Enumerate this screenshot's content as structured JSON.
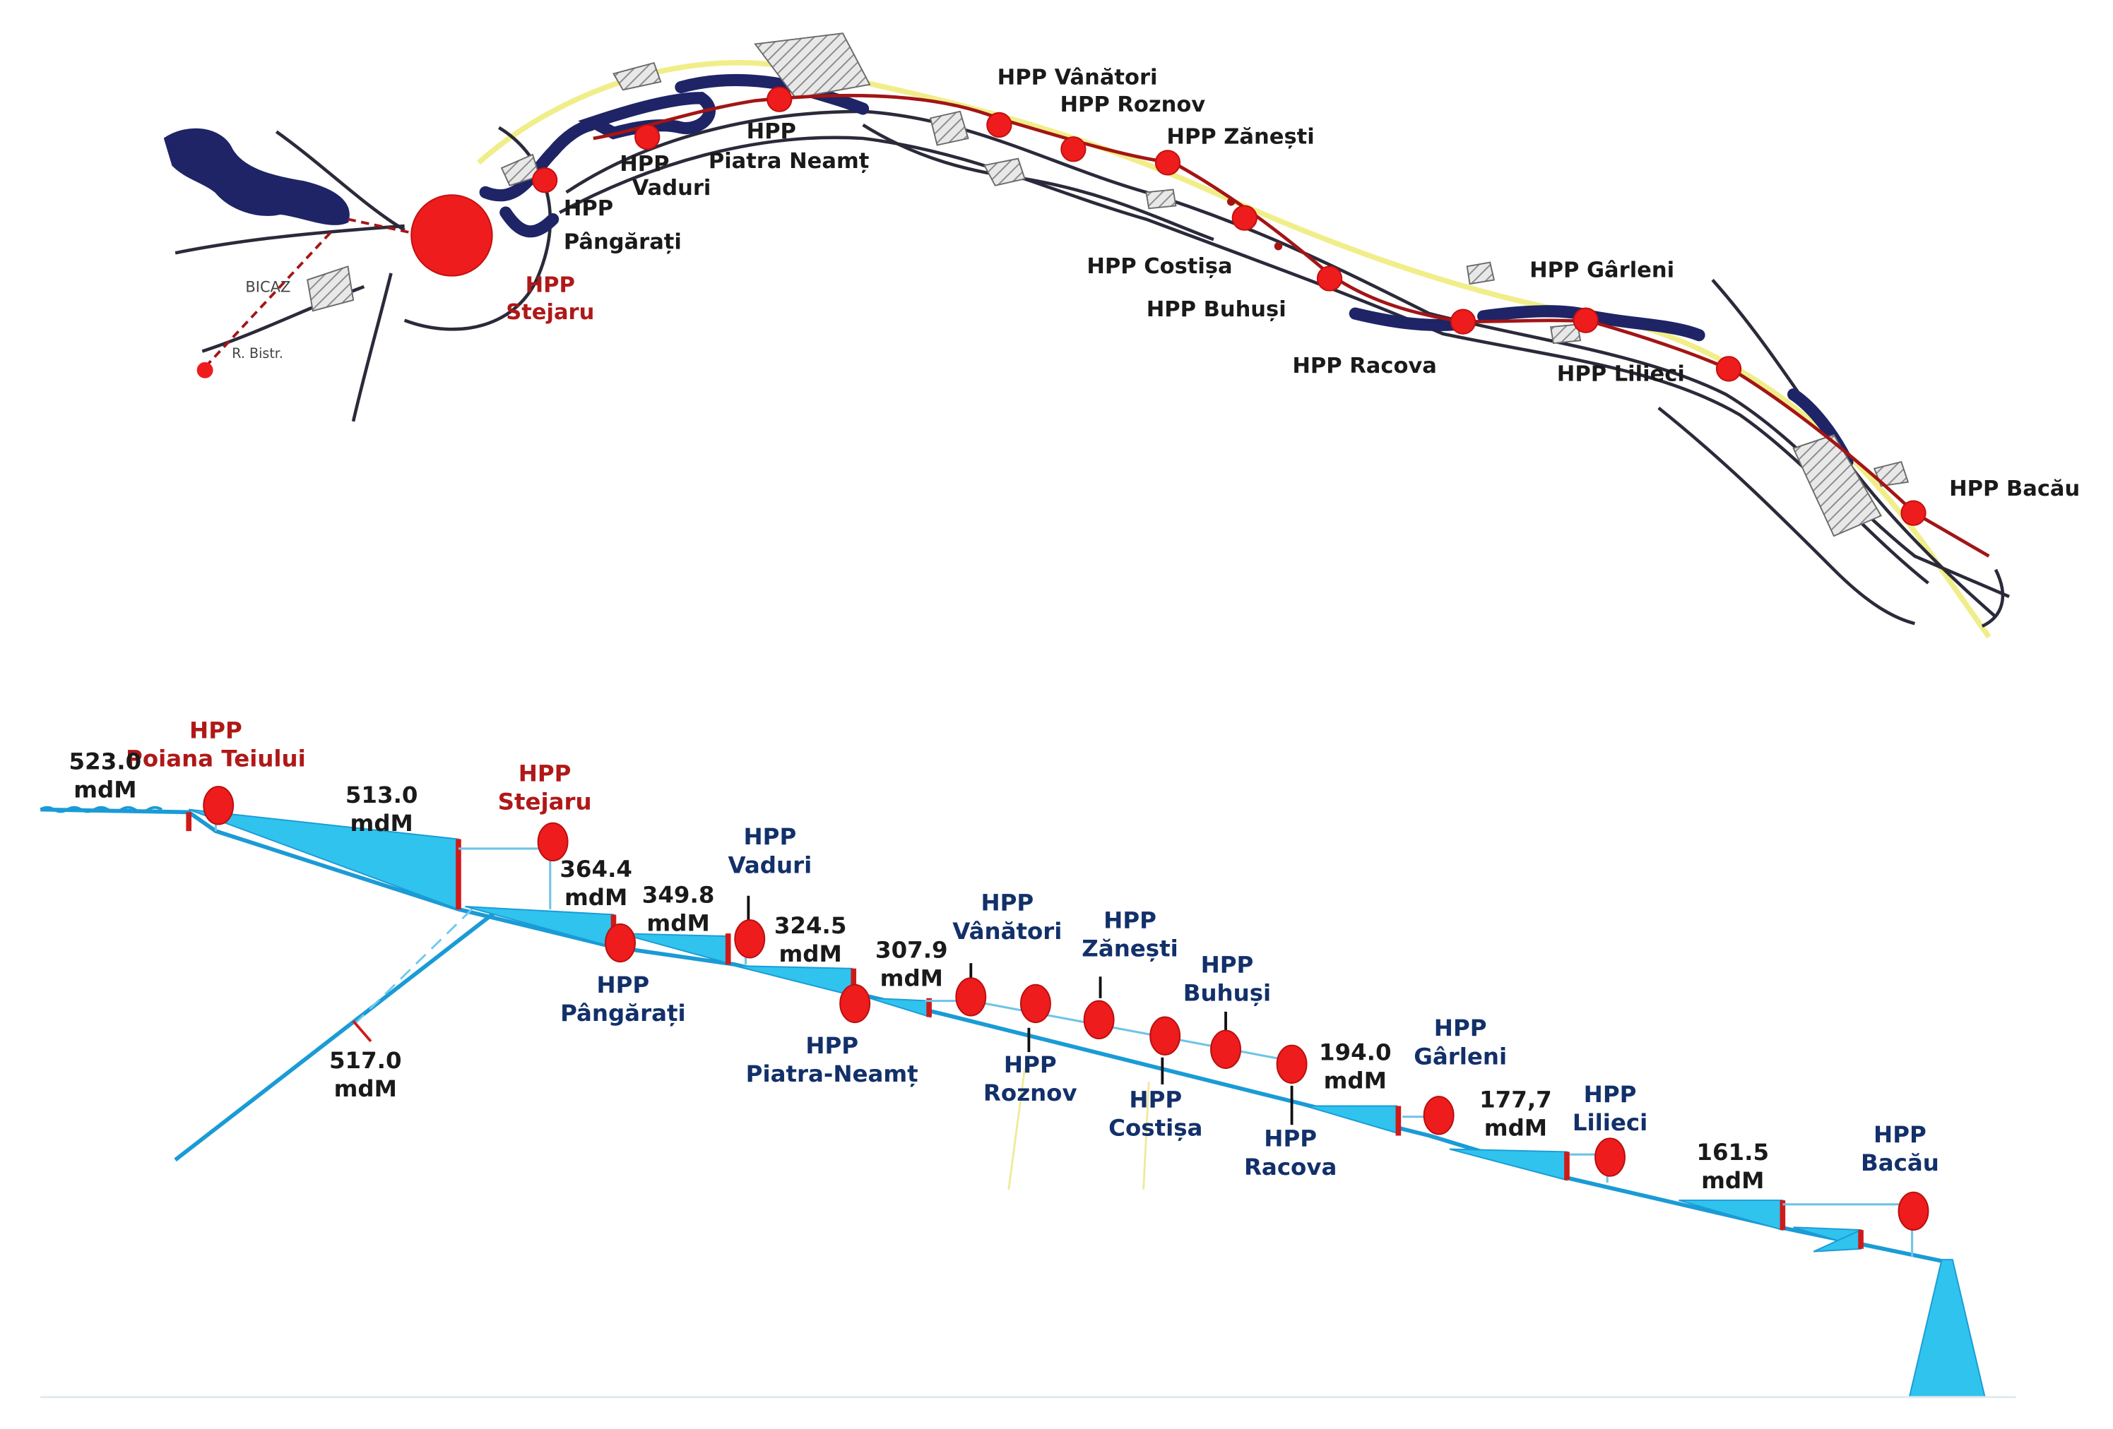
{
  "colors": {
    "river": "#1e2466",
    "plant": "#ee1c1c",
    "channel": "#a31515",
    "water": "#2fc3ee",
    "water_line": "#1a9bd6",
    "dam": "#d01a1a",
    "red_text": "#b01818",
    "navy_text": "#12306a"
  },
  "map": {
    "town_labels": {
      "bicaz": "BICAZ",
      "bistrita": "R. Bistr."
    },
    "plants": [
      {
        "key": "stejaru",
        "lines": [
          "HPP",
          "Stejaru"
        ]
      },
      {
        "key": "pangarati",
        "lines": [
          "HPP",
          "Pângărați"
        ]
      },
      {
        "key": "vaduri",
        "lines": [
          "HPP",
          "Vaduri"
        ]
      },
      {
        "key": "piatra",
        "lines": [
          "HPP",
          "Piatra Neamț"
        ]
      },
      {
        "key": "vanatori",
        "lines": [
          "HPP Vânători"
        ]
      },
      {
        "key": "roznov",
        "lines": [
          "HPP Roznov"
        ]
      },
      {
        "key": "zanesti",
        "lines": [
          "HPP Zănești"
        ]
      },
      {
        "key": "costisa",
        "lines": [
          "HPP Costișa"
        ]
      },
      {
        "key": "buhusi",
        "lines": [
          "HPP Buhuși"
        ]
      },
      {
        "key": "racova",
        "lines": [
          "HPP Racova"
        ]
      },
      {
        "key": "garleni",
        "lines": [
          "HPP Gârleni"
        ]
      },
      {
        "key": "lilieci",
        "lines": [
          "HPP Lilieci"
        ]
      },
      {
        "key": "bacau",
        "lines": [
          "HPP Bacău"
        ]
      }
    ]
  },
  "profile": {
    "plants": [
      {
        "key": "poiana",
        "lines": [
          "HPP",
          "Poiana Teiului"
        ]
      },
      {
        "key": "stejaru",
        "lines": [
          "HPP",
          "Stejaru"
        ]
      },
      {
        "key": "pangarati",
        "lines": [
          "HPP",
          "Pângărați"
        ]
      },
      {
        "key": "vaduri",
        "lines": [
          "HPP",
          "Vaduri"
        ]
      },
      {
        "key": "piatra",
        "lines": [
          "HPP",
          "Piatra-Neamț"
        ]
      },
      {
        "key": "vanatori",
        "lines": [
          "HPP",
          "Vânători"
        ]
      },
      {
        "key": "roznov",
        "lines": [
          "HPP",
          "Roznov"
        ]
      },
      {
        "key": "zanesti",
        "lines": [
          "HPP",
          "Zănești"
        ]
      },
      {
        "key": "costisa",
        "lines": [
          "HPP",
          "Costișa"
        ]
      },
      {
        "key": "buhusi",
        "lines": [
          "HPP",
          "Buhuși"
        ]
      },
      {
        "key": "racova",
        "lines": [
          "HPP",
          "Racova"
        ]
      },
      {
        "key": "garleni",
        "lines": [
          "HPP",
          "Gârleni"
        ]
      },
      {
        "key": "lilieci",
        "lines": [
          "HPP",
          "Lilieci"
        ]
      },
      {
        "key": "bacau",
        "lines": [
          "HPP",
          "Bacău"
        ]
      }
    ],
    "elevations": [
      {
        "key": "e523",
        "lines": [
          "523.0",
          "mdM"
        ]
      },
      {
        "key": "e513",
        "lines": [
          "513.0",
          "mdM"
        ]
      },
      {
        "key": "e517",
        "lines": [
          "517.0",
          "mdM"
        ]
      },
      {
        "key": "e364",
        "lines": [
          "364.4",
          "mdM"
        ]
      },
      {
        "key": "e349",
        "lines": [
          "349.8",
          "mdM"
        ]
      },
      {
        "key": "e324",
        "lines": [
          "324.5",
          "mdM"
        ]
      },
      {
        "key": "e307",
        "lines": [
          "307.9",
          "mdM"
        ]
      },
      {
        "key": "e194",
        "lines": [
          "194.0",
          "mdM"
        ]
      },
      {
        "key": "e177",
        "lines": [
          "177,7",
          "mdM"
        ]
      },
      {
        "key": "e161",
        "lines": [
          "161.5",
          "mdM"
        ]
      }
    ]
  }
}
